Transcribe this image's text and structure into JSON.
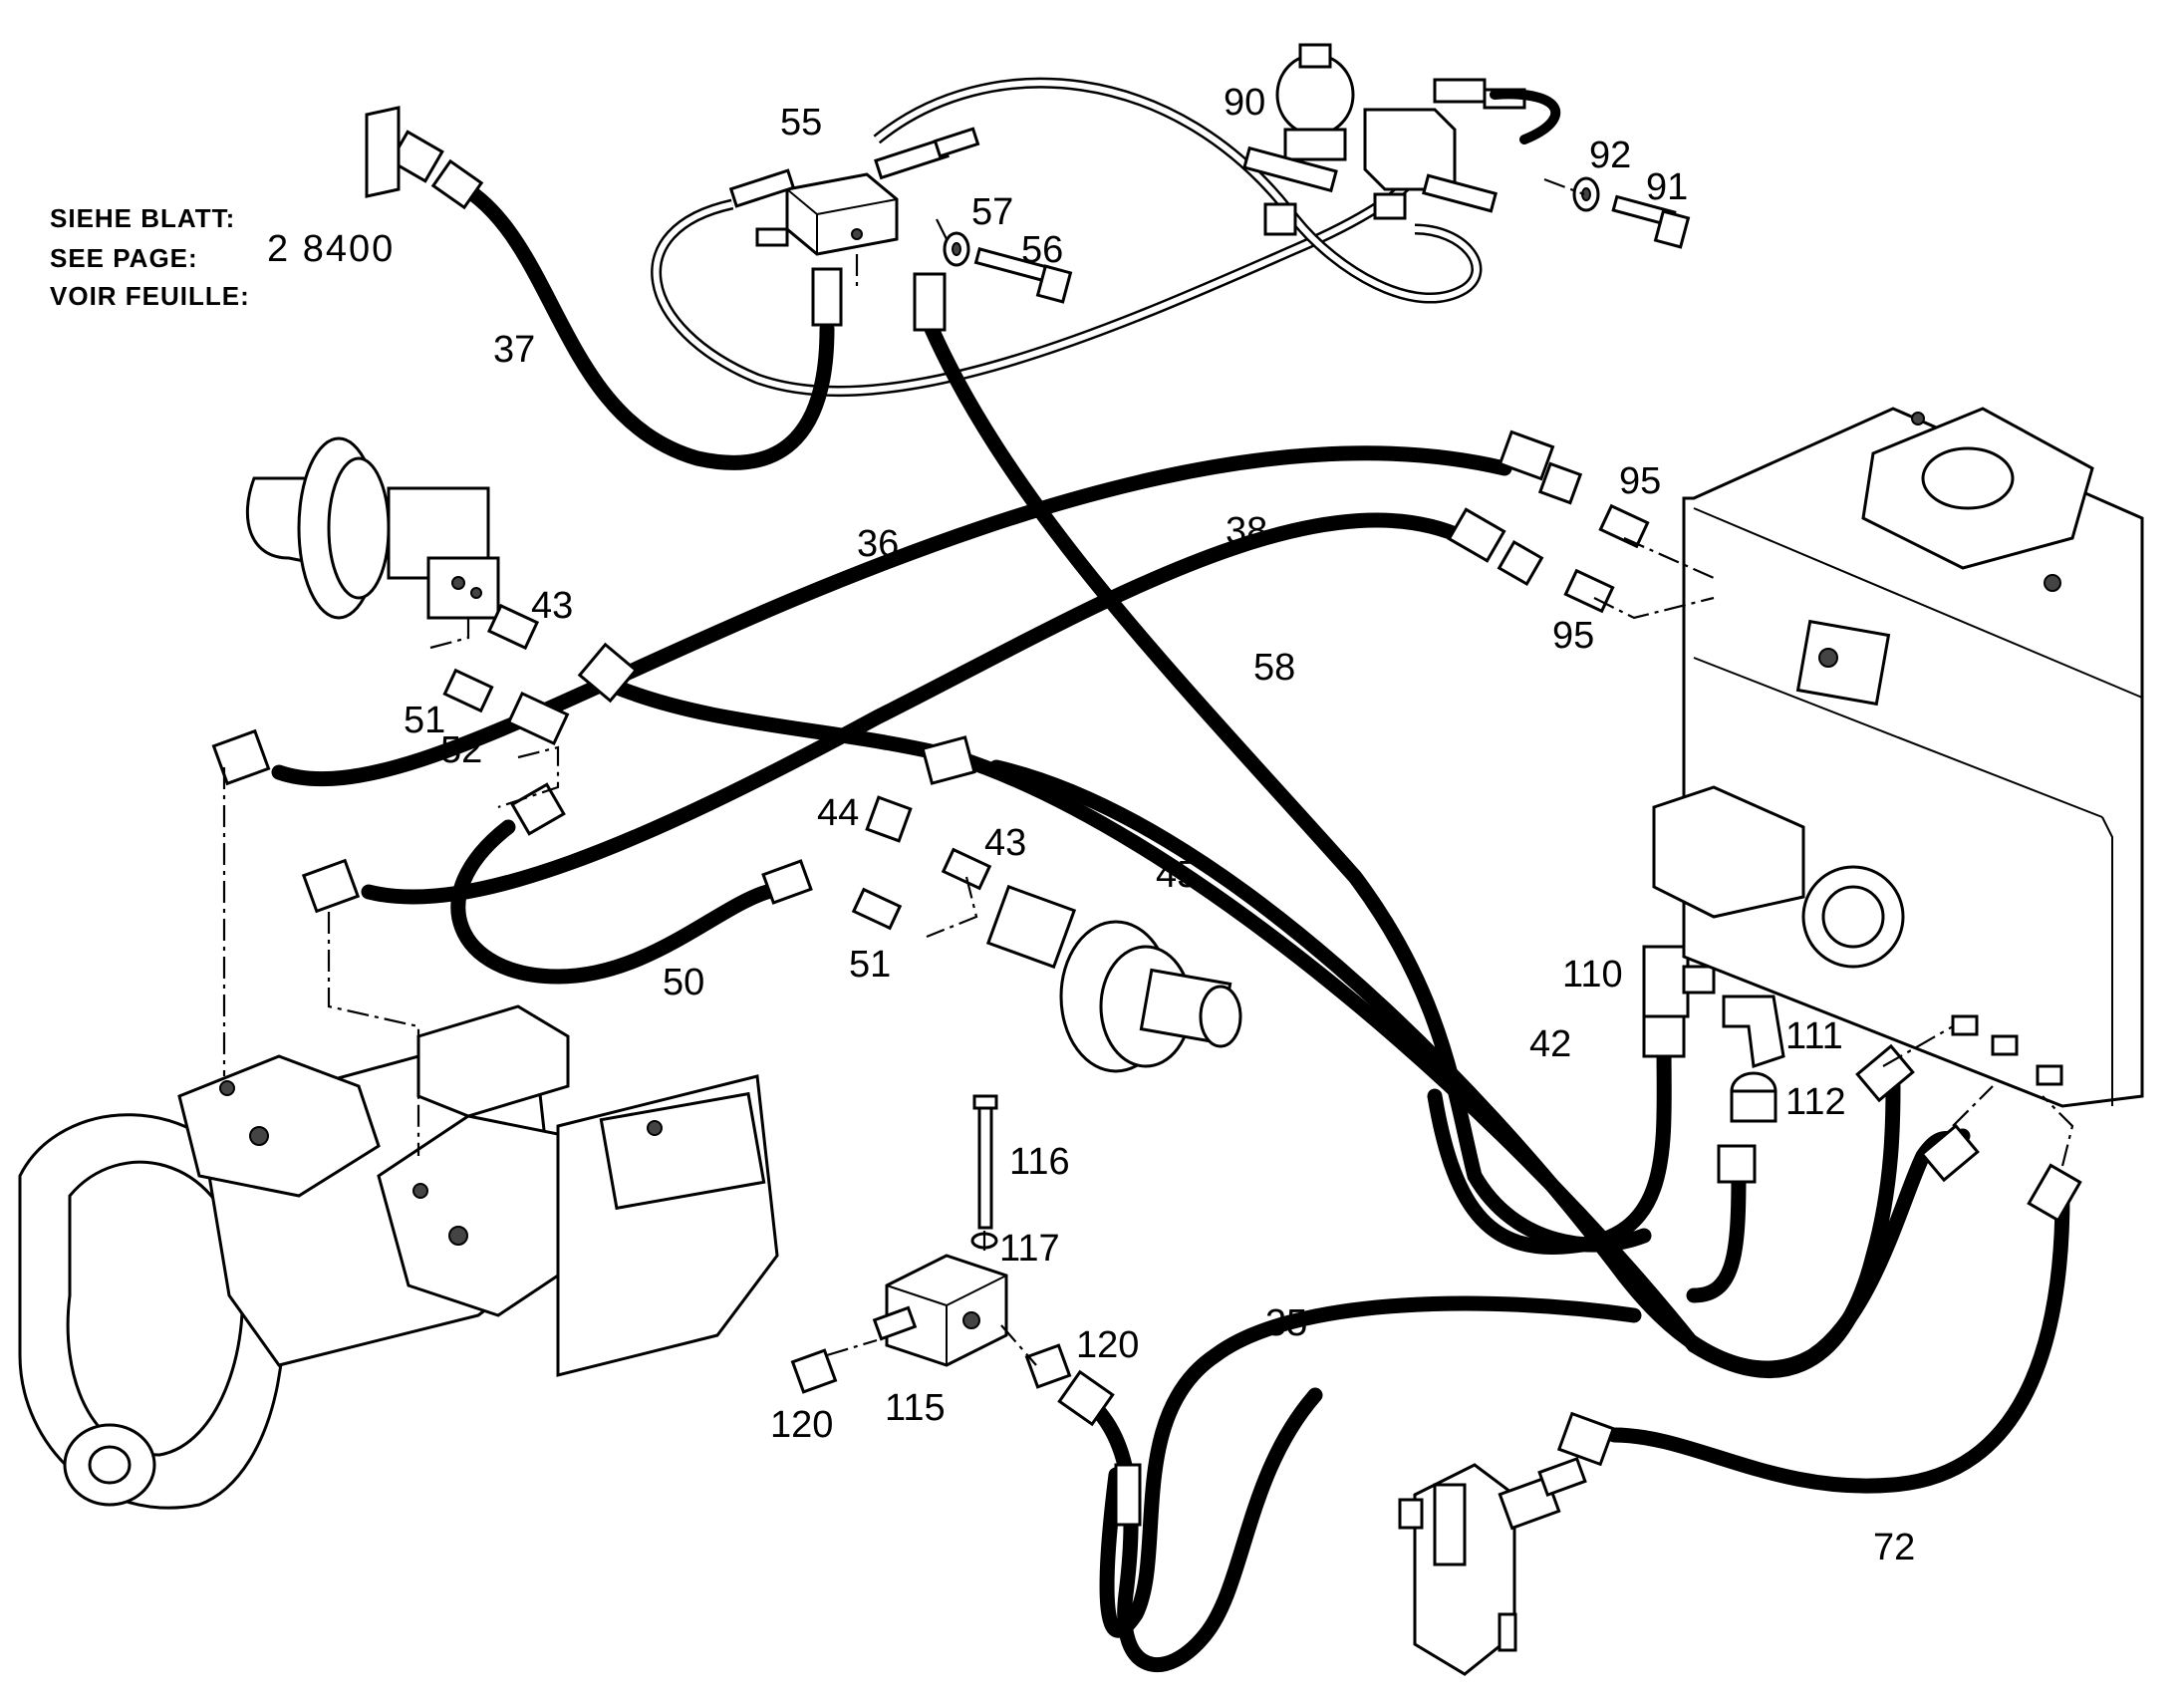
{
  "reference": {
    "label_de": "SIEHE BLATT:",
    "label_en": "SEE PAGE:",
    "label_fr": "VOIR FEUILLE:",
    "page": "2 8400"
  },
  "callouts": {
    "c35": "35",
    "c36": "36",
    "c37": "37",
    "c38": "38",
    "c42": "42",
    "c43a": "43",
    "c43b": "43",
    "c44": "44",
    "c45": "45",
    "c50": "50",
    "c51a": "51",
    "c51b": "51",
    "c52": "52",
    "c55": "55",
    "c56": "56",
    "c57": "57",
    "c58": "58",
    "c72": "72",
    "c90": "90",
    "c91": "91",
    "c92": "92",
    "c95a": "95",
    "c95b": "95",
    "c110": "110",
    "c111": "111",
    "c112": "112",
    "c115": "115",
    "c116": "116",
    "c117": "117",
    "c120a": "120",
    "c120b": "120"
  }
}
